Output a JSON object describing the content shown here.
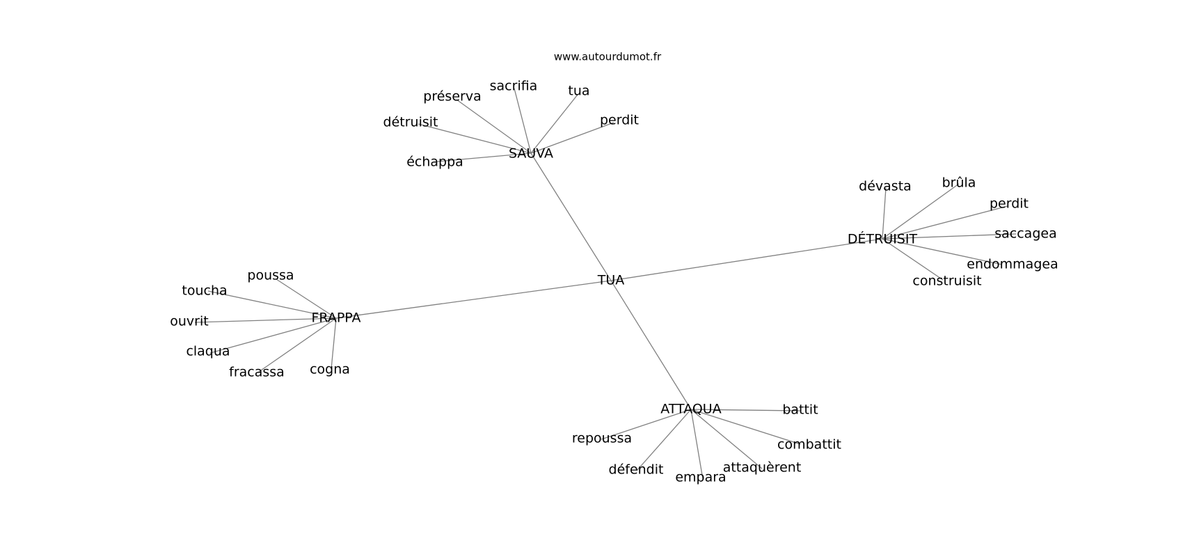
{
  "watermark": "www.autourdumot.fr",
  "colors": {
    "edge": "#808080",
    "text": "#000000",
    "background": "#ffffff"
  },
  "graph": {
    "center": "TUA",
    "hubs": [
      {
        "label": "SAUVA",
        "leaves": [
          "préserva",
          "sacrifia",
          "tua",
          "perdit",
          "détruisit",
          "échappa"
        ]
      },
      {
        "label": "DÉTRUISIT",
        "leaves": [
          "dévasta",
          "brûla",
          "perdit",
          "saccagea",
          "endommagea",
          "construisit"
        ]
      },
      {
        "label": "FRAPPA",
        "leaves": [
          "poussa",
          "toucha",
          "ouvrit",
          "claqua",
          "fracassa",
          "cogna"
        ]
      },
      {
        "label": "ATTAQUA",
        "leaves": [
          "battit",
          "combattit",
          "attaquèrent",
          "empara",
          "défendit",
          "repoussa"
        ]
      }
    ]
  }
}
